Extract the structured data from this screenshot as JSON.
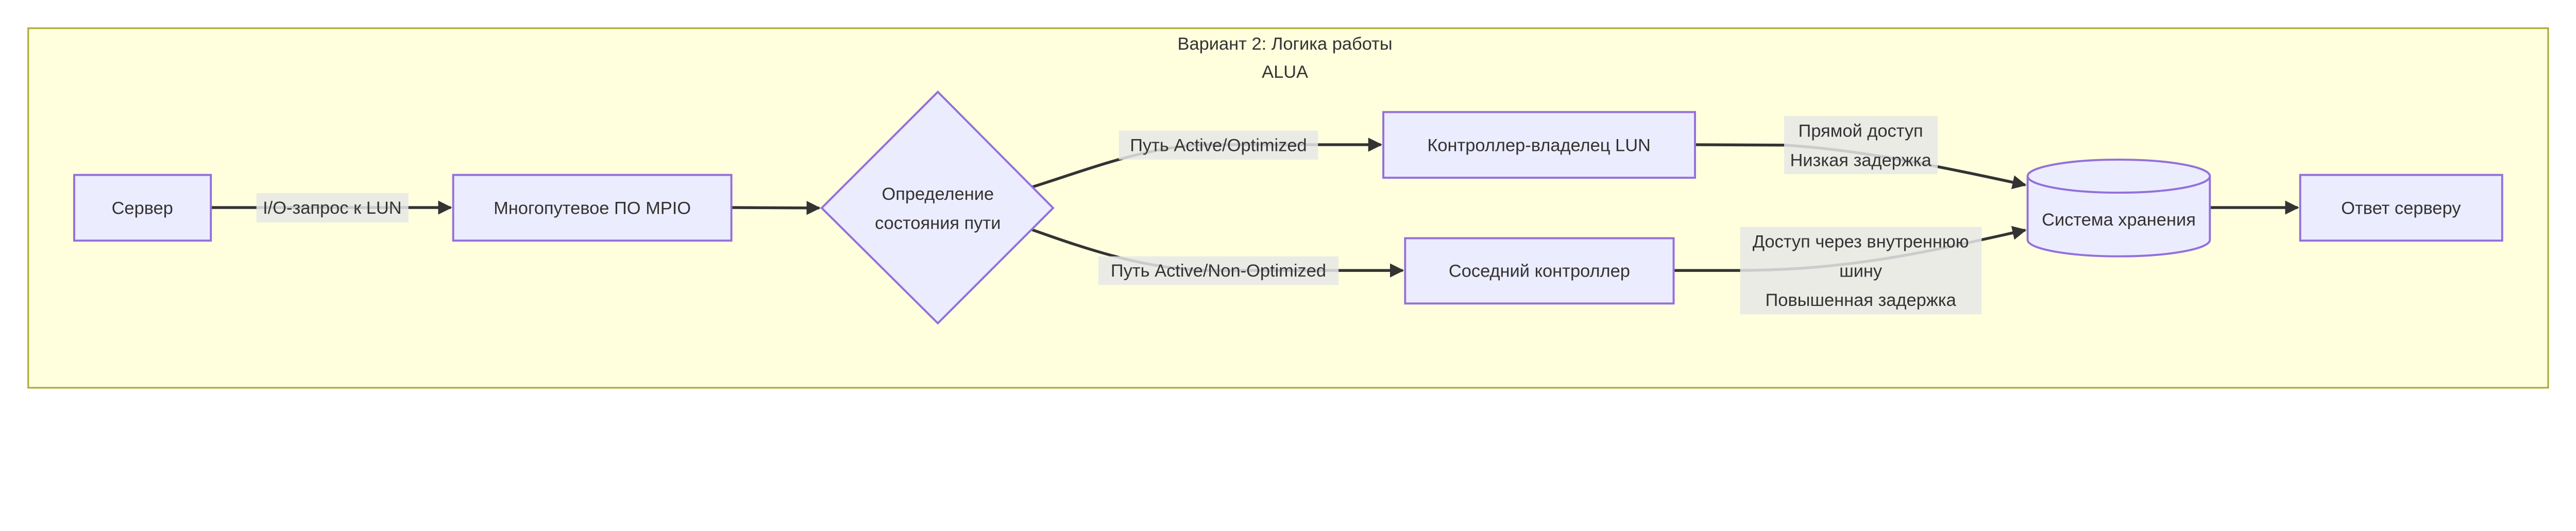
{
  "subgraph": {
    "title_line1": "Вариант 2: Логика работы",
    "title_line2": "ALUA"
  },
  "nodes": {
    "server": "Сервер",
    "mpio": "Многопутевое ПО MPIO",
    "decision_line1": "Определение",
    "decision_line2": "состояния пути",
    "owner_controller": "Контроллер-владелец LUN",
    "neighbor_controller": "Соседний контроллер",
    "storage": "Система хранения",
    "response": "Ответ серверу"
  },
  "edges": {
    "io_request": "I/O-запрос к LUN",
    "active_optimized": "Путь Active/Optimized",
    "active_non_optimized": "Путь Active/Non-Optimized",
    "direct_line1": "Прямой доступ",
    "direct_line2": "Низкая задержка",
    "bus_line1": "Доступ через внутреннюю",
    "bus_line2": "шину",
    "bus_line3": "Повышенная задержка"
  },
  "colors": {
    "subgraph_fill": "#ffffde",
    "subgraph_stroke": "#aaaa33",
    "node_fill": "#ECECFF",
    "node_stroke": "#9370DB",
    "edge": "#333333",
    "label_bg": "#e8e8e8"
  }
}
